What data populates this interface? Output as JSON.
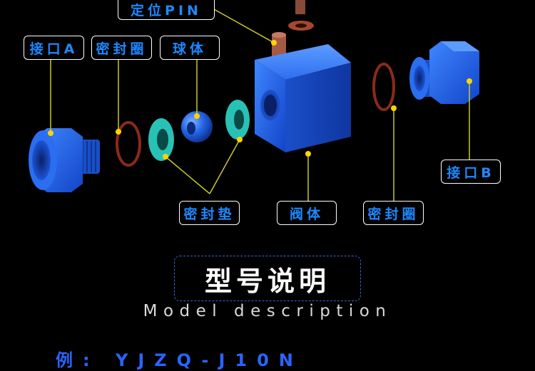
{
  "labels": {
    "pin": "定位PIN",
    "port_a": "接口A",
    "seal_ring_left": "密封圈",
    "ball": "球体",
    "port_b": "接口B",
    "gasket": "密封垫",
    "valve_body": "阀体",
    "seal_ring_right": "密封圈"
  },
  "title": "型号说明",
  "subtitle": "Model description",
  "bottom_text": "例: YJZQ-J10N",
  "colors": {
    "label_text": "#1e88ff",
    "leader_line": "#c9c92a",
    "leader_dot": "#ffd400",
    "part_blue": "#1f5fe0",
    "gasket_teal": "#27c2b5",
    "seal_ring": "#8b2a1a",
    "title_border": "#3c63d6"
  }
}
